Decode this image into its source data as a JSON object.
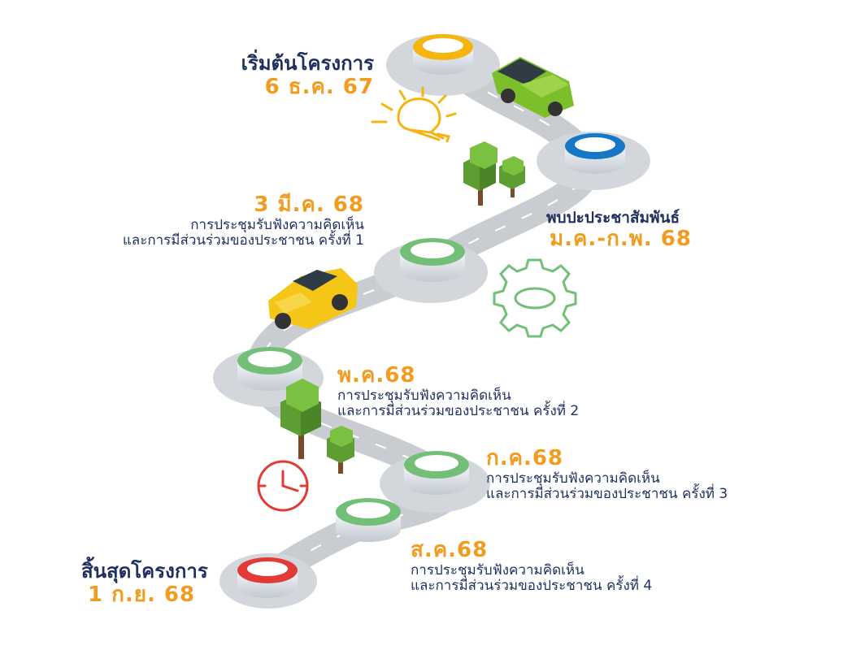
{
  "colors": {
    "navy": "#1f2f5f",
    "orange": "#f29c1f",
    "road": "#c9cdd2",
    "start_ring": "#f5b50f",
    "blue_ring": "#1577c5",
    "green_ring": "#73bf78",
    "end_ring": "#e23a34"
  },
  "milestones": [
    {
      "id": "start",
      "title": "เริ่มต้นโครงการ",
      "date": "6 ธ.ค. 67"
    },
    {
      "id": "pr",
      "title": "พบปะประชาสัมพันธ์",
      "date": "ม.ค.-ก.พ. 68"
    },
    {
      "id": "meeting1",
      "date": "3 มี.ค. 68",
      "line1": "การประชุมรับฟังความคิดเห็น",
      "line2": "และการมีส่วนร่วมของประชาชน ครั้งที่ 1"
    },
    {
      "id": "meeting2",
      "date": "พ.ค.68",
      "line1": "การประชุมรับฟังความคิดเห็น",
      "line2": "และการมีส่วนร่วมของประชาชน ครั้งที่ 2"
    },
    {
      "id": "meeting3",
      "date": "ก.ค.68",
      "line1": "การประชุมรับฟังความคิดเห็น",
      "line2": "และการมีส่วนร่วมของประชาชน ครั้งที่ 3"
    },
    {
      "id": "meeting4",
      "date": "ส.ค.68",
      "line1": "การประชุมรับฟังความคิดเห็น",
      "line2": "และการมีส่วนร่วมของประชาชน ครั้งที่ 4"
    },
    {
      "id": "end",
      "title": "สิ้นสุดโครงการ",
      "date": "1 ก.ย. 68"
    }
  ],
  "icons": [
    "lightbulb-icon",
    "gear-icon",
    "clock-icon",
    "tree-icon",
    "car-icon"
  ]
}
